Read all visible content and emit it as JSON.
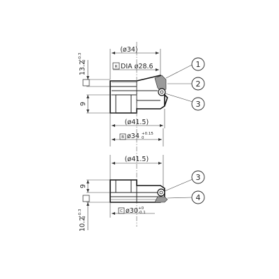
{
  "upper_assembly": {
    "dim_top_width": "(ø34)",
    "dim_crown_race_marker": "R",
    "dim_crown_race": "DIA  ø28.6",
    "dim_stack_height_value": "13.2",
    "dim_stack_height_tol_upper": "+0.3",
    "dim_stack_height_tol_lower": "0",
    "dim_insertion_depth": "9",
    "dim_bottom_width": "(ø41.5)"
  },
  "frame": {
    "dim_bore_marker": "B",
    "dim_bore_value": "ø34",
    "dim_bore_tol_upper": "+0.15",
    "dim_bore_tol_lower": "0"
  },
  "lower_assembly": {
    "dim_top_width": "(ø41.5)",
    "dim_insertion_depth": "9",
    "dim_stack_height_value": "10.2",
    "dim_stack_height_tol_upper": "+0.3",
    "dim_stack_height_tol_lower": "0",
    "dim_crown_race_marker": "C",
    "dim_crown_race_value": "ø30",
    "dim_crown_race_tol_upper": "+0",
    "dim_crown_race_tol_lower": "-0.1"
  },
  "part_balloons": [
    "1",
    "2",
    "3",
    "3",
    "4"
  ]
}
